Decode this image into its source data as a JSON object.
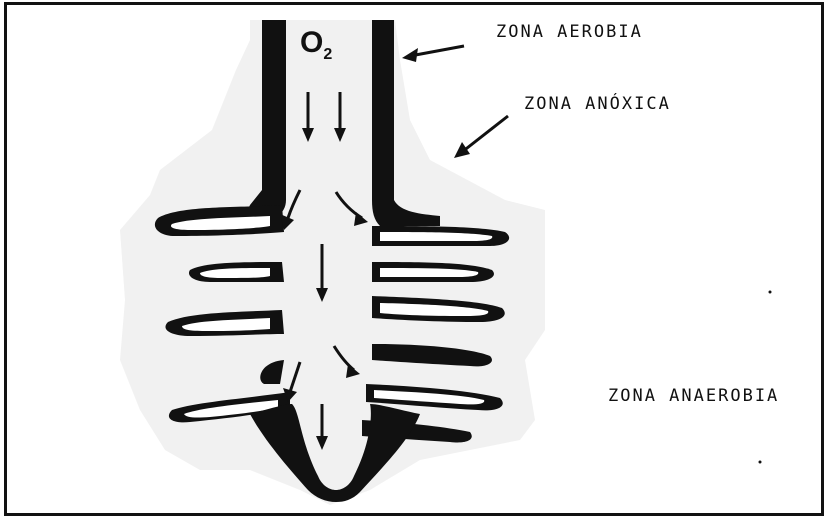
{
  "labels": {
    "aerobic": "ZONA AEROBIA",
    "anoxic": "ZONA ANÓXICA",
    "anaerobic": "ZONA ANAEROBIA"
  },
  "gas": {
    "symbol": "O",
    "subscript": "2"
  },
  "colors": {
    "wall": "#111111",
    "halo": "#f1f1f1",
    "background": "#ffffff"
  }
}
